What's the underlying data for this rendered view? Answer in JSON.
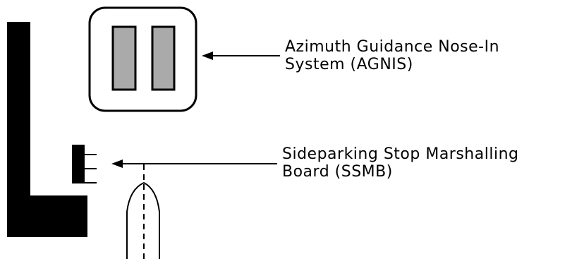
{
  "colors": {
    "structure": "#000000",
    "agnis_light_bars": "#aaaaaa",
    "background": "#ffffff"
  },
  "labels": {
    "agnis": {
      "line1": "Azimuth Guidance Nose-In",
      "line2": "System (AGNIS)"
    },
    "ssmb": {
      "line1": "Sideparking Stop Marshalling",
      "line2": "Board (SSMB)"
    }
  }
}
